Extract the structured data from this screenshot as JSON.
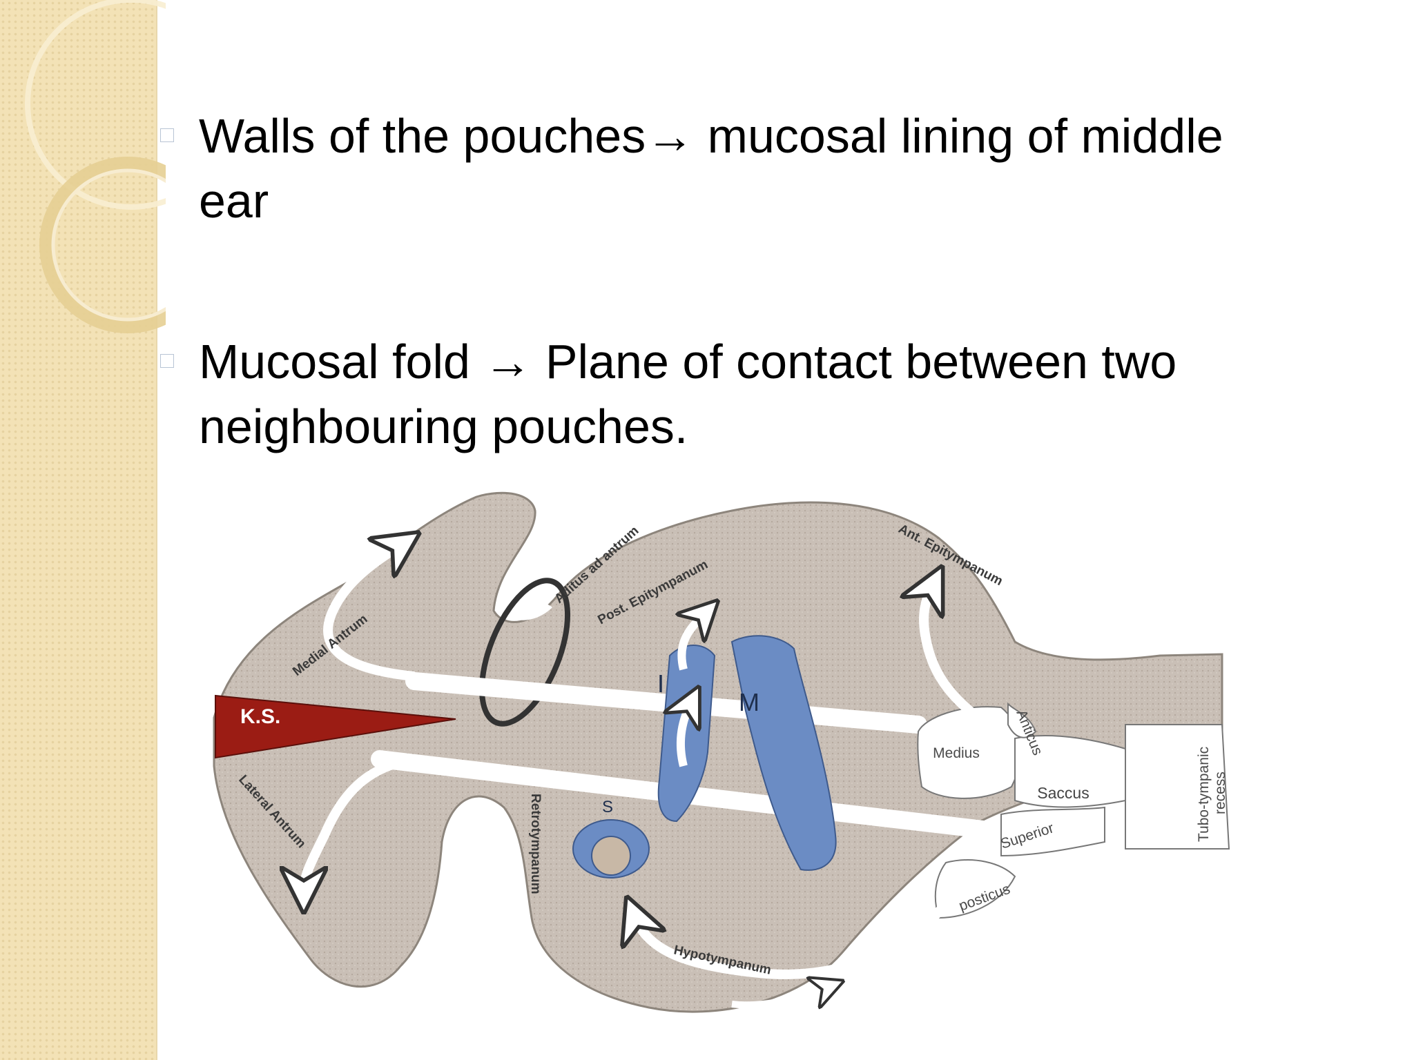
{
  "slide": {
    "bullets": [
      {
        "text": "Walls of the pouches→ mucosal lining of middle\near"
      },
      {
        "text": "Mucosal fold  → Plane of contact between two\nneighbouring pouches."
      }
    ]
  },
  "diagram": {
    "labels": {
      "ks": "K.S.",
      "medial_antrum": "Medial Antrum",
      "lateral_antrum": "Lateral Antrum",
      "aditus": "Aditus ad antrum",
      "post_epi": "Post. Epitympanum",
      "ant_epi": "Ant. Epitympanum",
      "incus": "I",
      "malleus": "M",
      "stapes": "S",
      "retro": "Retrotympanum",
      "hypo": "Hypotympanum",
      "medius": "Medius",
      "anticus": "Anticus",
      "saccus": "Saccus",
      "superior": "Superior",
      "posticus": "posticus",
      "tubo1": "Tubo-tympanic",
      "tubo2": "recess"
    },
    "colors": {
      "background": "#c9bfb6",
      "ossicle": "#6b8cc4",
      "ks": "#9b1c14",
      "arrow": "#ffffff"
    }
  }
}
